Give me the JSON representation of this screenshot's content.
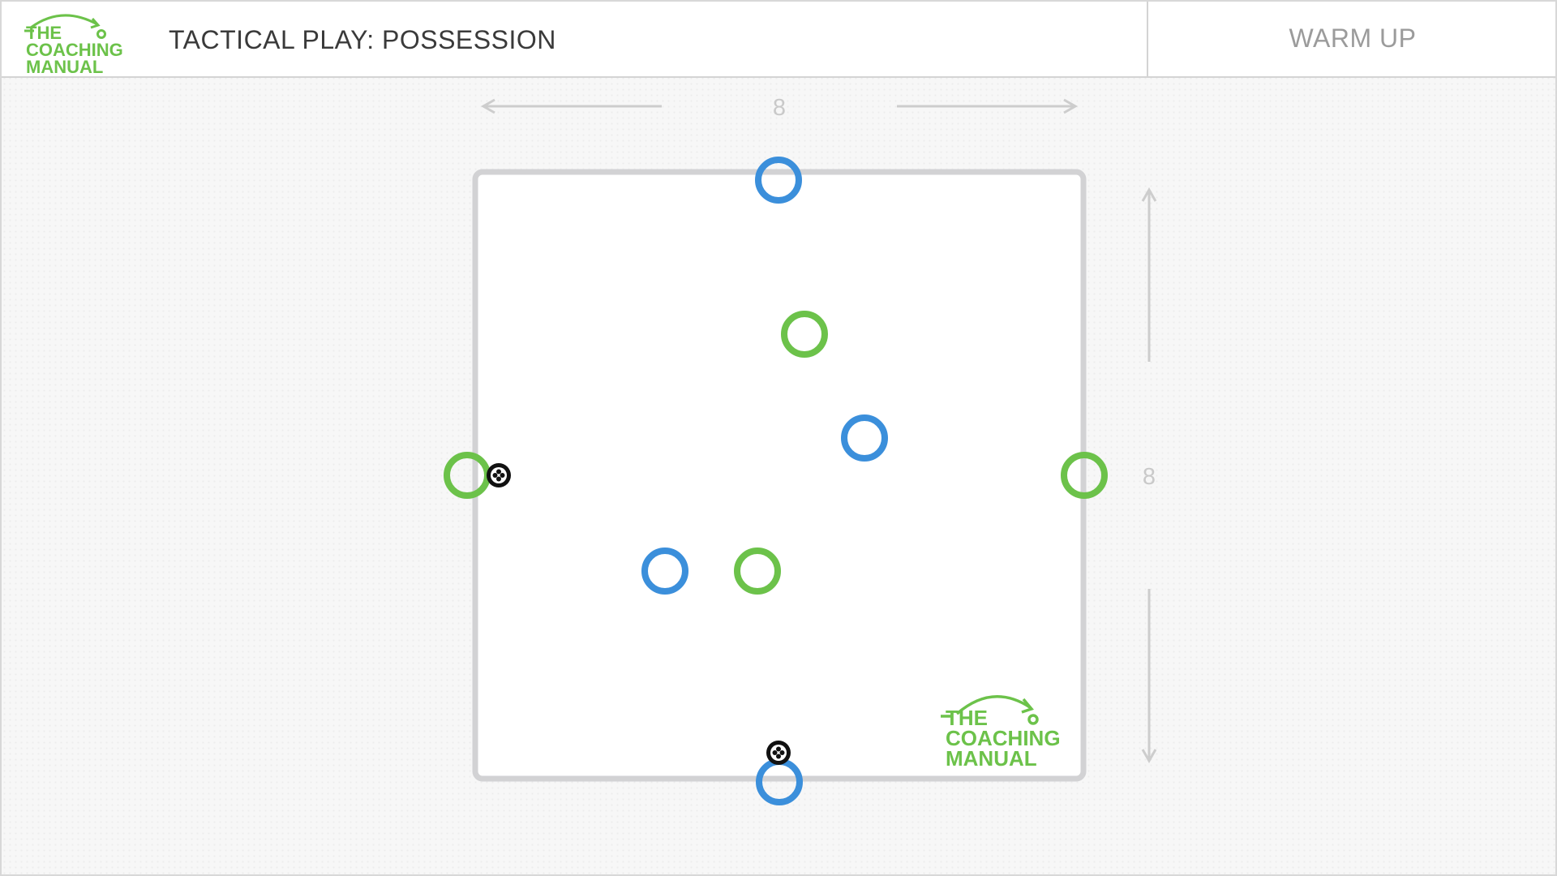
{
  "header": {
    "logo": {
      "line1": "THE",
      "line2": "COACHING",
      "line3": "MANUAL"
    },
    "title": "TACTICAL PLAY: POSSESSION",
    "section": "WARM UP"
  },
  "pitch": {
    "width_label": "8",
    "height_label": "8"
  },
  "players": [
    {
      "team": "blue",
      "position": "top-edge"
    },
    {
      "team": "green",
      "position": "upper-center"
    },
    {
      "team": "blue",
      "position": "center-right"
    },
    {
      "team": "green",
      "position": "left-edge",
      "has_ball": true
    },
    {
      "team": "green",
      "position": "right-edge"
    },
    {
      "team": "blue",
      "position": "lower-left"
    },
    {
      "team": "green",
      "position": "lower-center"
    },
    {
      "team": "blue",
      "position": "bottom-edge",
      "has_ball": true
    }
  ],
  "watermark": {
    "line1": "THE",
    "line2": "COACHING",
    "line3": "MANUAL"
  },
  "colors": {
    "blue_team": "#3b8fdb",
    "green_team": "#6cc24a",
    "pitch_border": "#d2d2d4",
    "dimension": "#c9c9c9"
  }
}
